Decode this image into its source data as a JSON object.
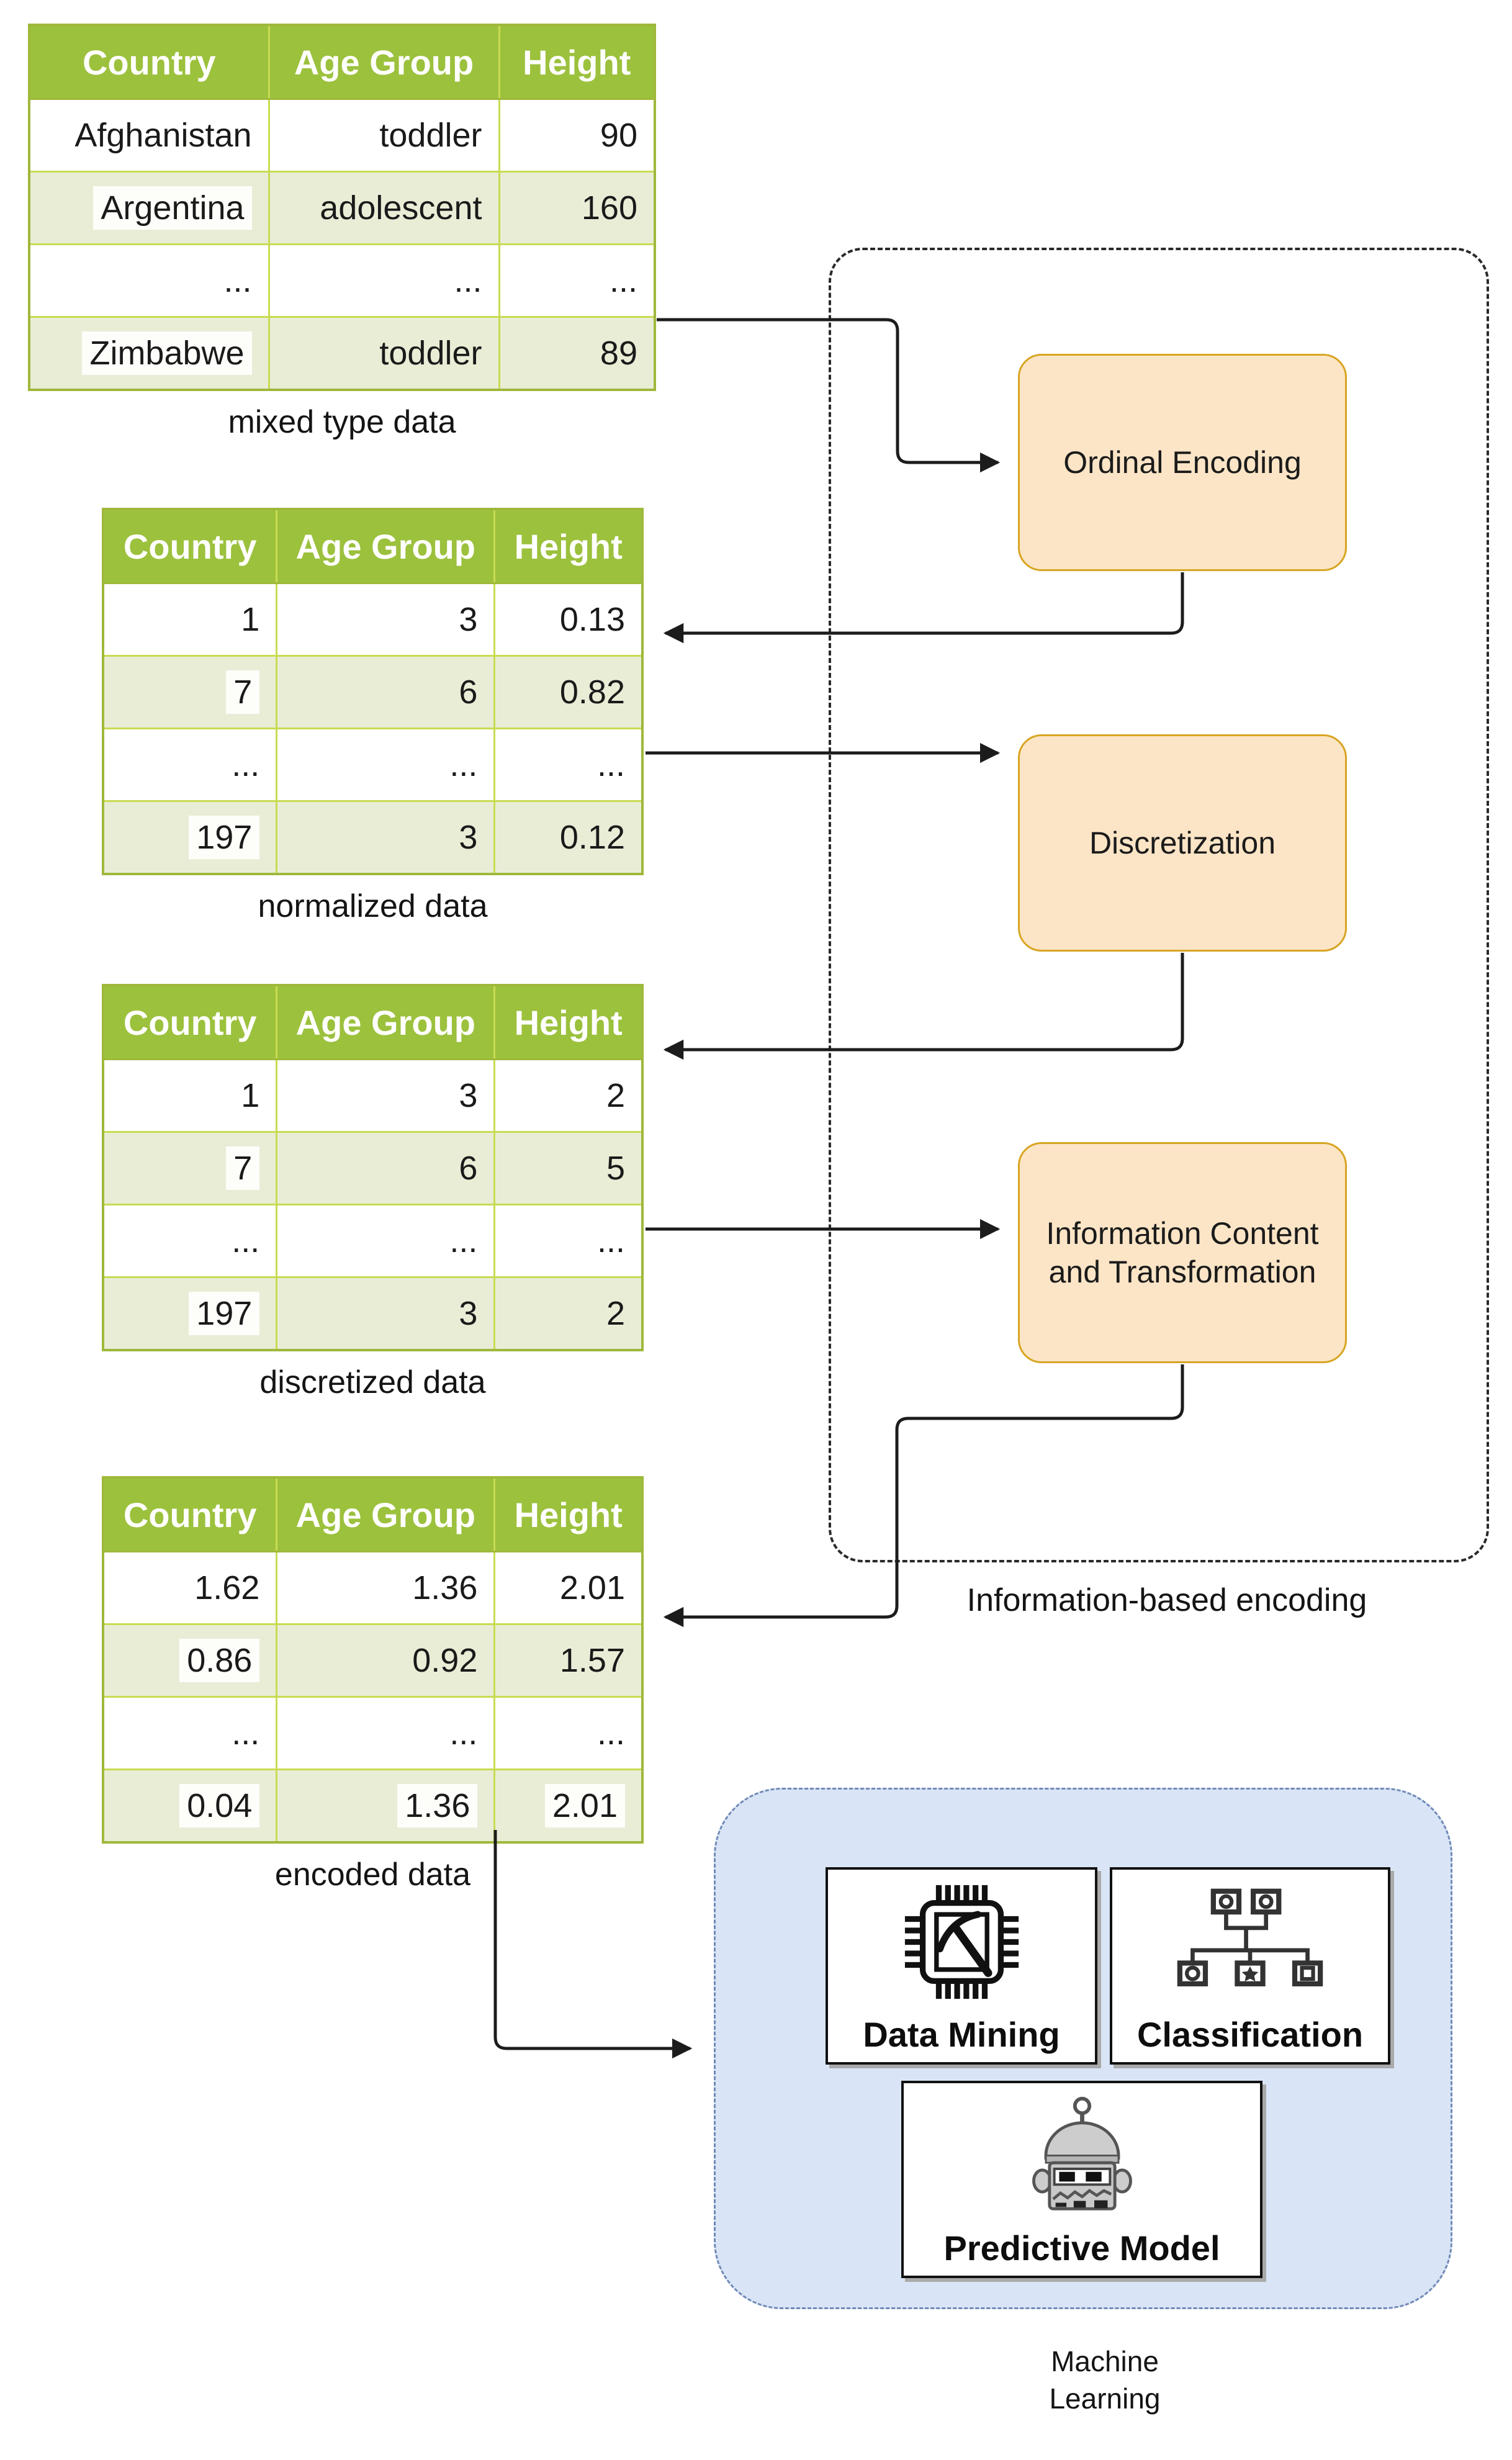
{
  "diagram": {
    "tables": [
      {
        "name": "mixed",
        "caption": "mixed type data",
        "headers": [
          "Country",
          "Age Group",
          "Height"
        ],
        "rows": [
          [
            "Afghanistan",
            "toddler",
            "90"
          ],
          [
            "Argentina",
            "adolescent",
            "160"
          ],
          [
            "...",
            "...",
            "..."
          ],
          [
            "Zimbabwe",
            "toddler",
            "89"
          ]
        ],
        "highlights": [
          [
            1,
            0
          ],
          [
            3,
            0
          ]
        ]
      },
      {
        "name": "normalized",
        "caption": "normalized data",
        "headers": [
          "Country",
          "Age Group",
          "Height"
        ],
        "rows": [
          [
            "1",
            "3",
            "0.13"
          ],
          [
            "7",
            "6",
            "0.82"
          ],
          [
            "...",
            "...",
            "..."
          ],
          [
            "197",
            "3",
            "0.12"
          ]
        ],
        "highlights": [
          [
            1,
            0
          ],
          [
            3,
            0
          ]
        ]
      },
      {
        "name": "discretized",
        "caption": "discretized data",
        "headers": [
          "Country",
          "Age Group",
          "Height"
        ],
        "rows": [
          [
            "1",
            "3",
            "2"
          ],
          [
            "7",
            "6",
            "5"
          ],
          [
            "...",
            "...",
            "..."
          ],
          [
            "197",
            "3",
            "2"
          ]
        ],
        "highlights": [
          [
            1,
            0
          ],
          [
            3,
            0
          ]
        ]
      },
      {
        "name": "encoded",
        "caption": "encoded data",
        "headers": [
          "Country",
          "Age Group",
          "Height"
        ],
        "rows": [
          [
            "1.62",
            "1.36",
            "2.01"
          ],
          [
            "0.86",
            "0.92",
            "1.57"
          ],
          [
            "...",
            "...",
            "..."
          ],
          [
            "0.04",
            "1.36",
            "2.01"
          ]
        ],
        "highlights": [
          [
            1,
            0
          ],
          [
            3,
            0
          ],
          [
            3,
            1
          ],
          [
            3,
            2
          ]
        ]
      }
    ],
    "process_boxes": [
      {
        "label": "Ordinal Encoding"
      },
      {
        "label": "Discretization"
      },
      {
        "label": "Information Content and Transformation"
      }
    ],
    "group_labels": {
      "information_based": "Information-based encoding",
      "machine_learning": "Machine Learning"
    },
    "ml_items": [
      {
        "label": "Data Mining",
        "icon": "chip-pickaxe-icon"
      },
      {
        "label": "Classification",
        "icon": "tree-diagram-icon"
      },
      {
        "label": "Predictive Model",
        "icon": "robot-icon"
      }
    ],
    "colors": {
      "header_green": "#9CC13D",
      "row_alt": "#E9EDD6",
      "table_border": "#9FB83B",
      "grid_green": "#C9DB52",
      "process_fill": "#FCE5C6",
      "process_border": "#D8A522",
      "ml_fill": "#D9E5F6",
      "ml_border": "#7189B7",
      "arrow": "#1c1c1c",
      "dashed_border": "#2a2a2a"
    }
  }
}
